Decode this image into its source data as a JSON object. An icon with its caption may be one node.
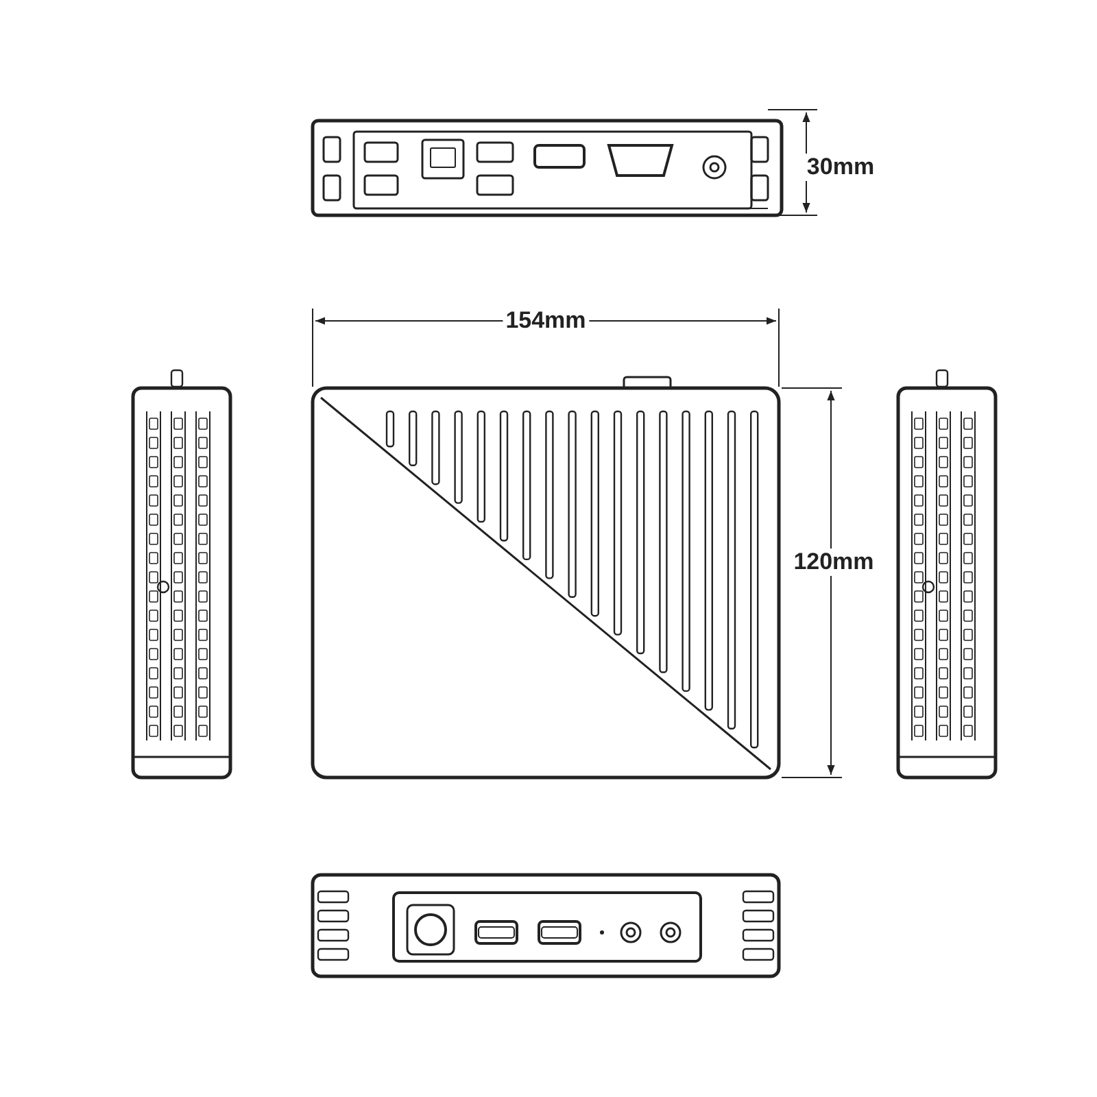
{
  "diagram": {
    "labels": [
      "30mm",
      "154mm",
      "120mm"
    ]
  }
}
